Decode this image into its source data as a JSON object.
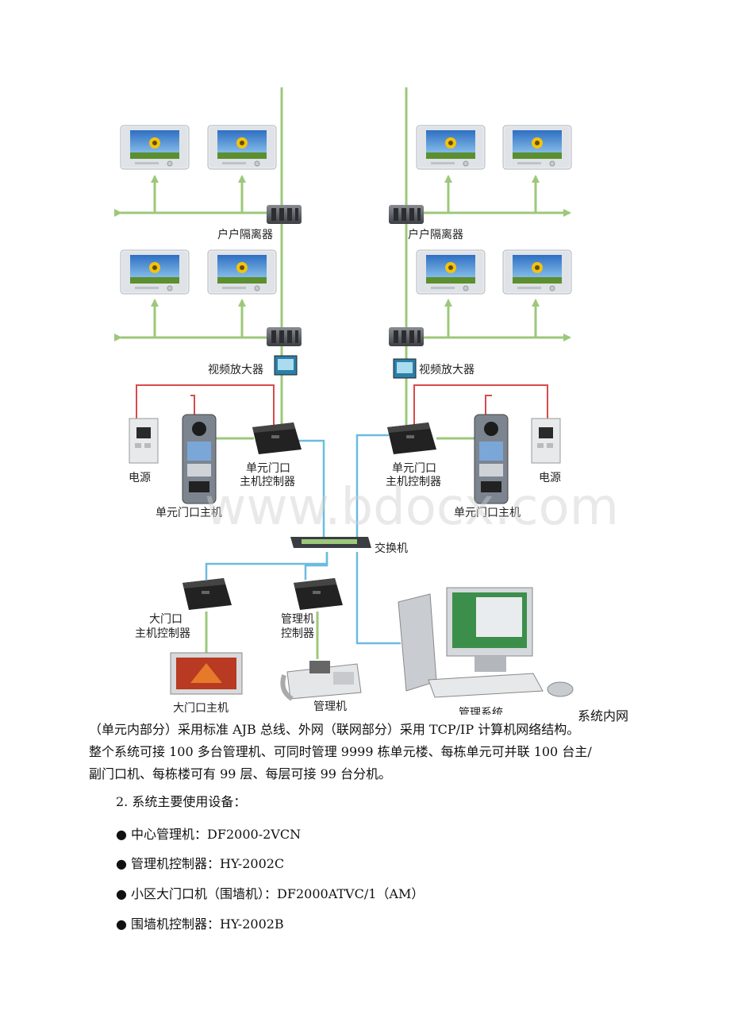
{
  "diagram": {
    "labels": {
      "isolator_left": "户户隔离器",
      "isolator_right": "户户隔离器",
      "amp_left": "视频放大器",
      "amp_right": "视频放大器",
      "power_left": "电源",
      "power_right": "电源",
      "unit_ctrl_left": [
        "单元门口",
        "主机控制器"
      ],
      "unit_ctrl_right": [
        "单元门口",
        "主机控制器"
      ],
      "unit_host_left": "单元门口主机",
      "unit_host_right": "单元门口主机",
      "switch": "交换机",
      "gate_ctrl": [
        "大门口",
        "主机控制器"
      ],
      "mgr_ctrl": [
        "管理机",
        "控制器"
      ],
      "gate_host": "大门口主机",
      "mgr_machine": "管理机",
      "mgmt_system": "管理系统"
    },
    "watermark": "www.bdocx.com",
    "colors": {
      "bus": "#9cc87a",
      "network": "#6bbbe0",
      "power": "#d84a4a"
    }
  },
  "text": {
    "caption_right": "系统内网",
    "intro_lines": [
      "（单元内部分）采用标准 AJB 总线、外网（联网部分）采用 TCP/IP 计算机网络结构。",
      "整个系统可接 100 多台管理机、可同时管理 9999 栋单元楼、每栋单元可并联 100 台主/",
      "副门口机、每栋楼可有 99 层、每层可接 99 台分机。"
    ],
    "equip_heading": "2. 系统主要使用设备：",
    "equipment": [
      "● 中心管理机：DF2000-2VCN",
      "● 管理机控制器：HY-2002C",
      "● 小区大门口机（围墙机）：DF2000ATVC/1（AM）",
      "● 围墙机控制器：HY-2002B"
    ]
  }
}
